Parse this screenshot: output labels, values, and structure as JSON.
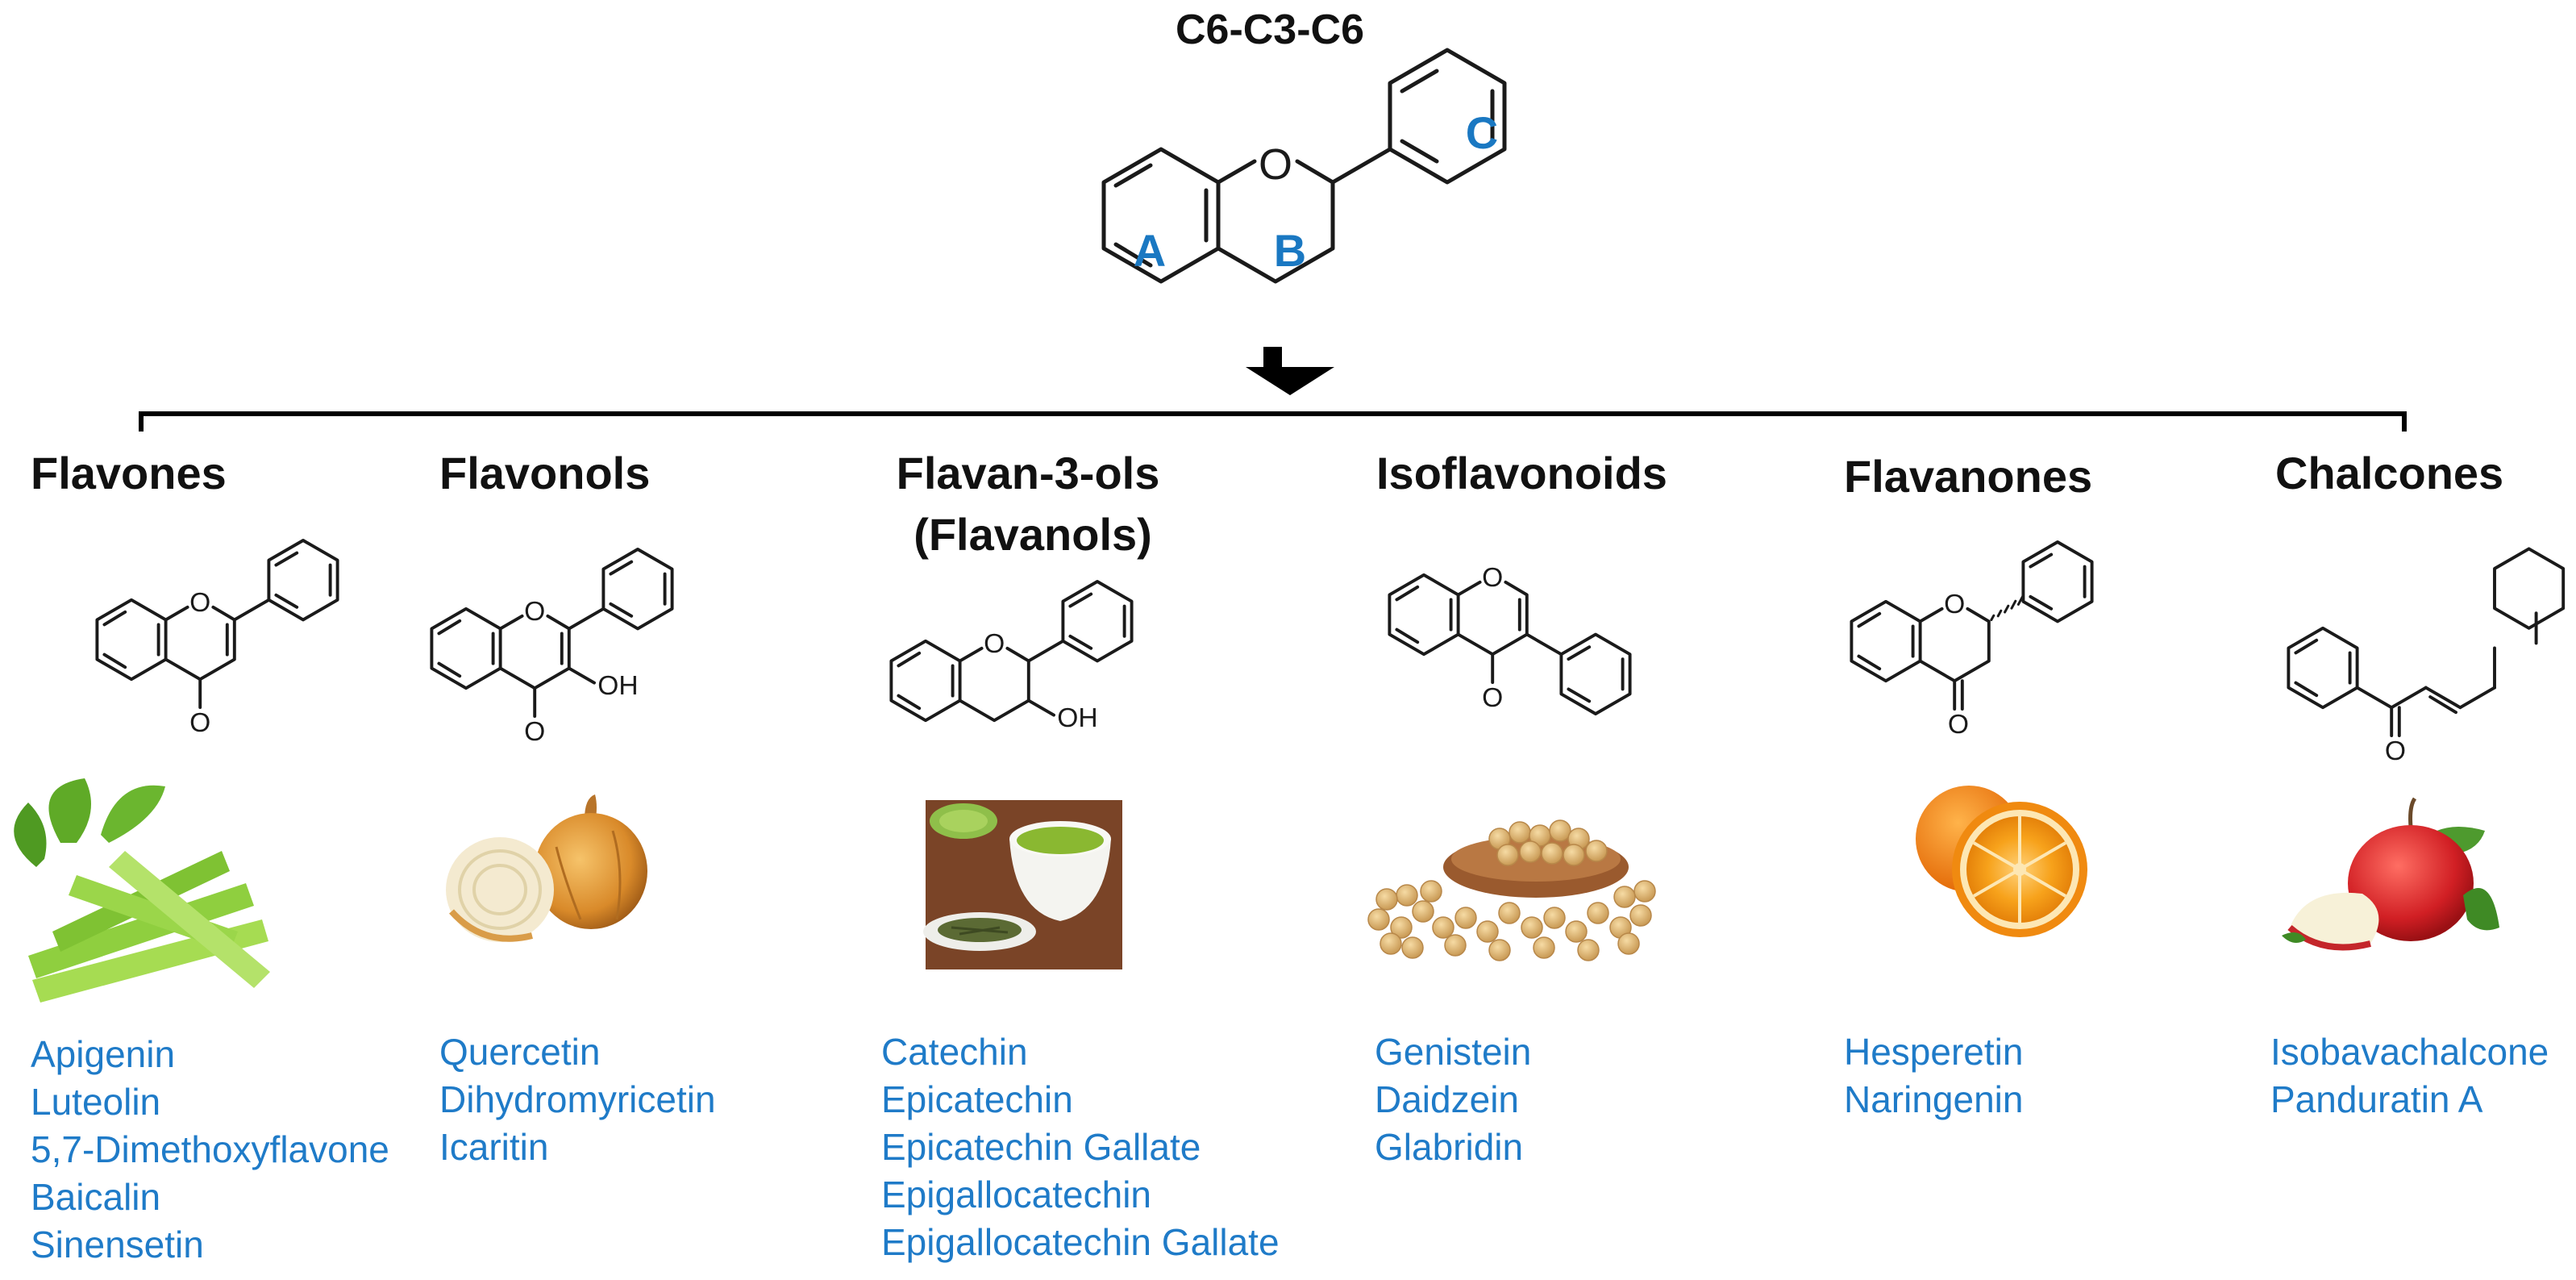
{
  "core": {
    "title": "C6-C3-C6",
    "ring_labels": [
      "A",
      "B",
      "C"
    ],
    "oxygen": "O"
  },
  "classes": [
    {
      "heading_lines": [
        "Flavones"
      ],
      "structure": "flavone",
      "food": "celery",
      "compounds": [
        "Apigenin",
        "Luteolin",
        "5,7-Dimethoxyflavone",
        "Baicalin",
        "Sinensetin"
      ]
    },
    {
      "heading_lines": [
        "Flavonols"
      ],
      "structure": "flavonol",
      "food": "onion",
      "compounds": [
        "Quercetin",
        "Dihydromyricetin",
        "Icaritin"
      ]
    },
    {
      "heading_lines": [
        "Flavan-3-ols",
        "(Flavanols)"
      ],
      "structure": "flavan-3-ol",
      "food": "green-tea",
      "compounds": [
        "Catechin",
        "Epicatechin",
        "Epicatechin Gallate",
        "Epigallocatechin",
        "Epigallocatechin Gallate"
      ]
    },
    {
      "heading_lines": [
        "Isoflavonoids"
      ],
      "structure": "isoflavone",
      "food": "soybeans",
      "compounds": [
        "Genistein",
        "Daidzein",
        "Glabridin"
      ]
    },
    {
      "heading_lines": [
        "Flavanones"
      ],
      "structure": "flavanone",
      "food": "orange",
      "compounds": [
        "Hesperetin",
        "Naringenin"
      ]
    },
    {
      "heading_lines": [
        "Chalcones"
      ],
      "structure": "chalcone",
      "food": "apple",
      "compounds": [
        "Isobavachalcone",
        "Panduratin A"
      ]
    }
  ],
  "atom_labels": {
    "oxygen": "O",
    "hydroxyl": "OH"
  },
  "colors": {
    "ring_label": "#1a78c2",
    "compound_text": "#1f7bc8",
    "text": "#111111"
  }
}
